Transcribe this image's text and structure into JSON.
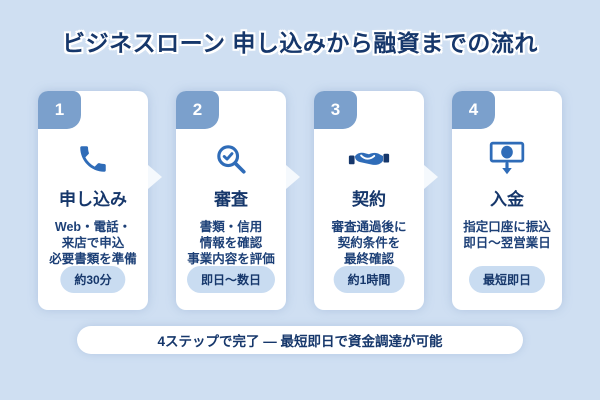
{
  "title": "ビジネスローン 申し込みから融資までの流れ",
  "steps": [
    {
      "number": "1",
      "icon": "phone-icon",
      "title": "申し込み",
      "description": "Web・電話・\n来店で申込\n必要書類を準備",
      "duration": "約30分"
    },
    {
      "number": "2",
      "icon": "magnifier-check-icon",
      "title": "審査",
      "description": "書類・信用\n情報を確認\n事業内容を評価",
      "duration": "即日〜数日"
    },
    {
      "number": "3",
      "icon": "handshake-icon",
      "title": "契約",
      "description": "審査通過後に\n契約条件を\n最終確認",
      "duration": "約1時間"
    },
    {
      "number": "4",
      "icon": "banknote-deposit-icon",
      "title": "入金",
      "description": "指定口座に振込\n即日〜翌営業日",
      "duration": "最短即日"
    }
  ],
  "summary": "4ステップで完了 ― 最短即日で資金調達が可能",
  "colors": {
    "background": "#cfdff2",
    "card_background": "#ffffff",
    "navy_text": "#16376b",
    "description_text": "#1d4077",
    "badge_blue": "#7ba0cc",
    "icon_blue": "#2f6cb8",
    "pill_background": "#c9dcf1",
    "arrow_white": "#f5f9fd"
  }
}
